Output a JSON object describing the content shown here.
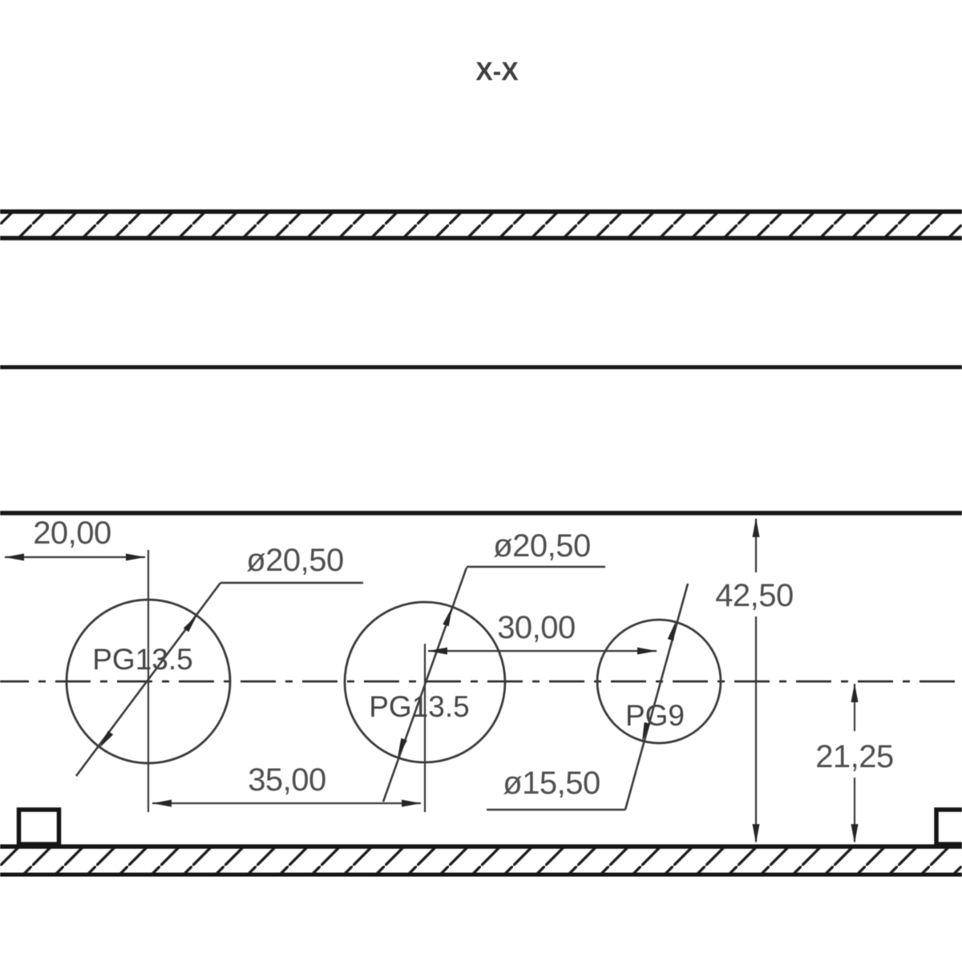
{
  "section": {
    "label": "X-X"
  },
  "holes": [
    {
      "thread": "PG13.5",
      "diameter": "ø20,50"
    },
    {
      "thread": "PG13.5",
      "diameter": "ø20,50"
    },
    {
      "thread": "PG9",
      "diameter": "ø15,50"
    }
  ],
  "dimensions": {
    "edge_to_hole1": "20,00",
    "hole1_to_hole2": "35,00",
    "hole2_to_hole3": "30,00",
    "inner_height": "42,50",
    "center_to_bottom": "21,25"
  },
  "colors": {
    "background": "#ffffff",
    "main_line": "#161616",
    "thin_line": "#3a3a3a",
    "dim_text": "#4f4f4f"
  }
}
